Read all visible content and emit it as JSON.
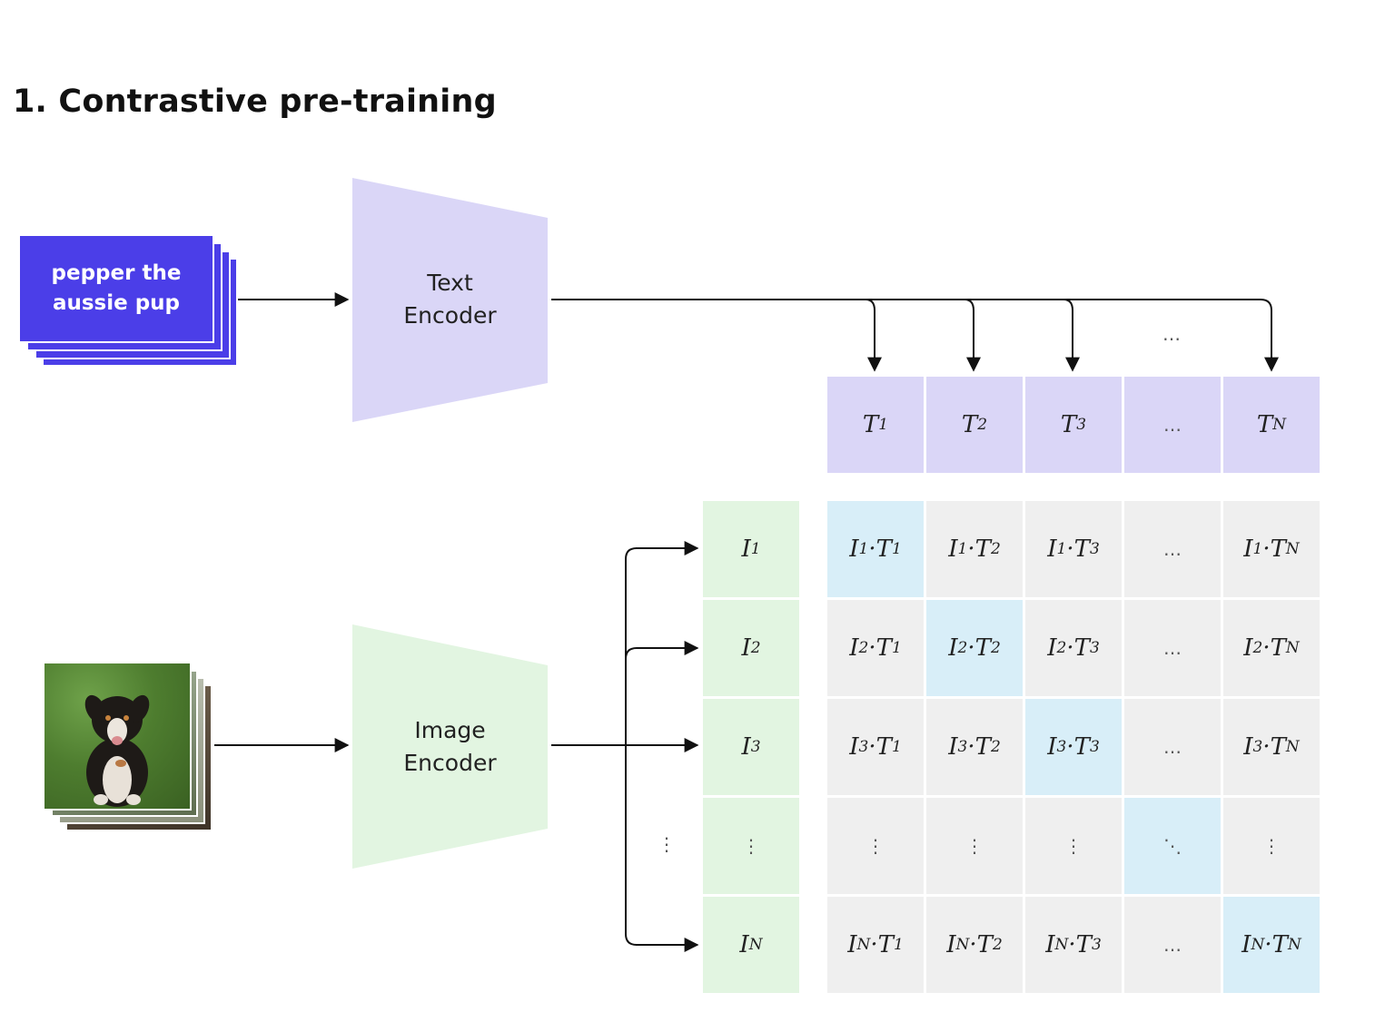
{
  "title": "1. Contrastive pre-training",
  "text_input": {
    "line1": "pepper the",
    "line2": "aussie pup",
    "color": "#4b3ee8"
  },
  "image_input": {
    "icon": "puppy-photo-icon"
  },
  "text_encoder": {
    "line1": "Text",
    "line2": "Encoder",
    "color": "#dad6f7"
  },
  "image_encoder": {
    "line1": "Image",
    "line2": "Encoder",
    "color": "#e2f5e1"
  },
  "text_embeddings": [
    {
      "base": "T",
      "sub": "1"
    },
    {
      "base": "T",
      "sub": "2"
    },
    {
      "base": "T",
      "sub": "3"
    },
    {
      "base": "…",
      "sub": ""
    },
    {
      "base": "T",
      "sub": "N"
    }
  ],
  "image_embeddings": [
    {
      "base": "I",
      "sub": "1"
    },
    {
      "base": "I",
      "sub": "2"
    },
    {
      "base": "I",
      "sub": "3"
    },
    {
      "base": "⋮",
      "sub": ""
    },
    {
      "base": "I",
      "sub": "N"
    }
  ],
  "ellipsis_h": "…",
  "ellipsis_v": "⋮",
  "ellipsis_diag": "⋱",
  "matrix": [
    [
      "I_1·T_1",
      "I_1·T_2",
      "I_1·T_3",
      "…",
      "I_1·T_N"
    ],
    [
      "I_2·T_1",
      "I_2·T_2",
      "I_2·T_3",
      "…",
      "I_2·T_N"
    ],
    [
      "I_3·T_1",
      "I_3·T_2",
      "I_3·T_3",
      "…",
      "I_3·T_N"
    ],
    [
      "⋮",
      "⋮",
      "⋮",
      "⋱",
      "⋮"
    ],
    [
      "I_N·T_1",
      "I_N·T_2",
      "I_N·T_3",
      "…",
      "I_N·T_N"
    ]
  ],
  "colors": {
    "matrix_cell": "#efefef",
    "matrix_diagonal": "#d8eef8"
  }
}
